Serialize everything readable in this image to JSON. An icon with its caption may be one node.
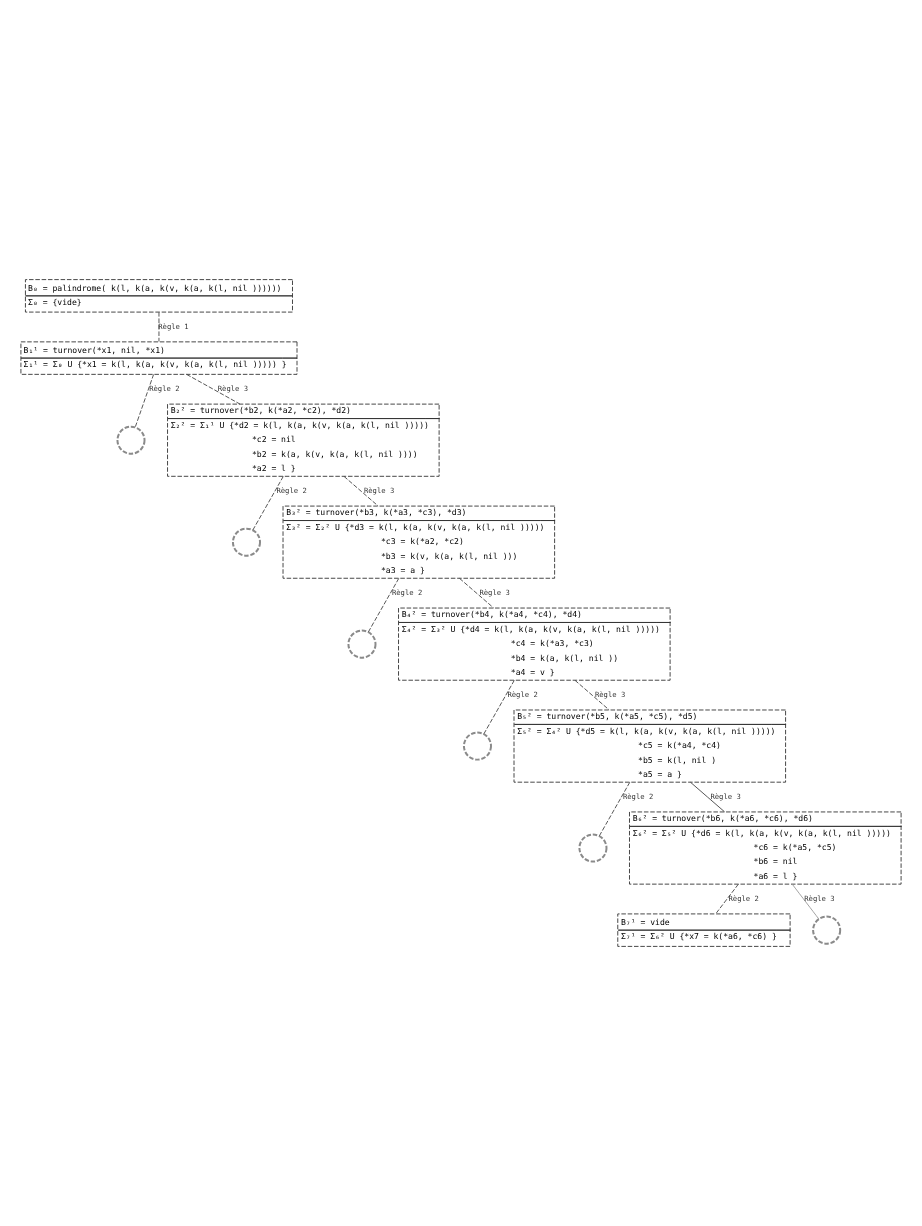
{
  "diagram": {
    "nodes": [
      {
        "text": [
          "B₀ = palindrome( k(l, k(a, k(v, k(a, k(l, nil ))))))",
          "Σ₀ = {vide}"
        ]
      },
      {
        "text": [
          "B₁¹ = turnover(*x1, nil, *x1)",
          "Σ₁¹ = Σ₀ U {*x1 = k(l, k(a, k(v, k(a, k(l, nil ))))) }"
        ]
      },
      {
        "text": [],
        "shape": "circle"
      },
      {
        "text": [
          "B₂² = turnover(*b2, k(*a2, *c2), *d2)",
          "Σ₂² = Σ₁¹ U {*d2 = k(l, k(a, k(v, k(a, k(l, nil )))))",
          "*c2 = nil",
          "*b2 = k(a, k(v, k(a, k(l, nil ))))",
          "*a2 = l }"
        ]
      },
      {
        "text": [],
        "shape": "circle"
      },
      {
        "text": [
          "B₃² = turnover(*b3, k(*a3, *c3), *d3)",
          "Σ₃² = Σ₂² U {*d3 = k(l, k(a, k(v, k(a, k(l, nil )))))",
          "*c3 = k(*a2, *c2)",
          "*b3 = k(v, k(a, k(l, nil )))",
          "*a3 = a }"
        ]
      },
      {
        "text": [],
        "shape": "circle"
      },
      {
        "text": [
          "B₄² = turnover(*b4, k(*a4, *c4), *d4)",
          "Σ₄² = Σ₃² U {*d4 = k(l, k(a, k(v, k(a, k(l, nil )))))",
          "*c4 = k(*a3, *c3)",
          "*b4 = k(a, k(l, nil ))",
          "*a4 = v }"
        ]
      },
      {
        "text": [],
        "shape": "circle"
      },
      {
        "text": [
          "B₅² = turnover(*b5, k(*a5, *c5), *d5)",
          "Σ₅² = Σ₄² U {*d5 = k(l, k(a, k(v, k(a, k(l, nil )))))",
          "*c5 = k(*a4, *c4)",
          "*b5 = k(l, nil )",
          "*a5 = a }"
        ]
      },
      {
        "text": [],
        "shape": "circle"
      },
      {
        "text": [
          "B₆² = turnover(*b6, k(*a6, *c6), *d6)",
          "Σ₆² = Σ₅² U {*d6 = k(l, k(a, k(v, k(a, k(l, nil )))))",
          "*c6 = k(*a5, *c5)",
          "*b6 = nil",
          "*a6 = l }"
        ]
      },
      {
        "text": [
          "B₇¹ = vide",
          "Σ₇¹ = Σ₆² U {*x7 = k(*a6, *c6) }"
        ]
      },
      {
        "text": [],
        "shape": "circle"
      }
    ],
    "edges": [
      {
        "from": 0,
        "to": 1,
        "arrow": "none",
        "label": "Règle 1",
        "style": "dashed"
      },
      {
        "from": 1,
        "to": 2,
        "arrow": "none",
        "label": "Règle 2",
        "style": "dashed"
      },
      {
        "from": 1,
        "to": 3,
        "arrow": "none",
        "label": "Règle 3",
        "style": "dashed"
      },
      {
        "from": 3,
        "to": 4,
        "arrow": "none",
        "label": "Règle 2",
        "style": "dashed"
      },
      {
        "from": 3,
        "to": 5,
        "arrow": "none",
        "label": "Règle 3",
        "style": "dashed"
      },
      {
        "from": 5,
        "to": 6,
        "arrow": "none",
        "label": "Règle 2",
        "style": "dashed"
      },
      {
        "from": 5,
        "to": 7,
        "arrow": "none",
        "label": "Règle 3",
        "style": "dashed"
      },
      {
        "from": 7,
        "to": 8,
        "arrow": "none",
        "label": "Règle 2",
        "style": "dashed"
      },
      {
        "from": 7,
        "to": 9,
        "arrow": "none",
        "label": "Règle 3",
        "style": "dashed"
      },
      {
        "from": 9,
        "to": 10,
        "arrow": "none",
        "label": "Règle 2",
        "style": "dashed"
      },
      {
        "from": 9,
        "to": 11,
        "arrow": "none",
        "label": "Règle 3"
      },
      {
        "from": 11,
        "to": 12,
        "arrow": "none",
        "label": "Règle 2",
        "style": "dashed"
      },
      {
        "from": 11,
        "to": 13,
        "arrow": "none",
        "label": "Règle 3",
        "color": "#999999"
      }
    ]
  }
}
